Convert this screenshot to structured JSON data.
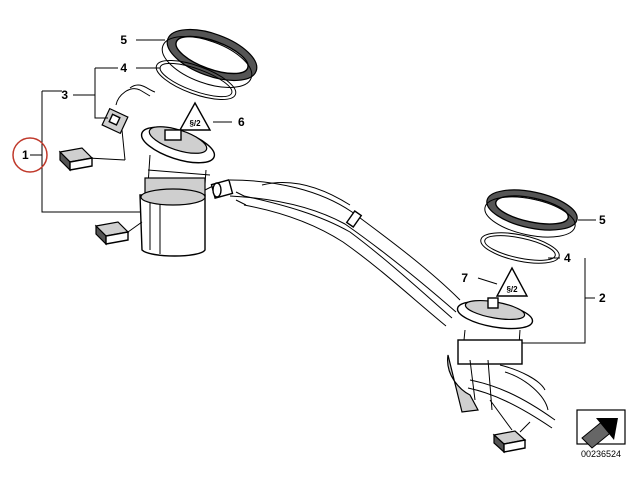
{
  "callouts": {
    "c1": "1",
    "c2": "2",
    "c3": "3",
    "c4_left": "4",
    "c4_right": "4",
    "c5_left": "5",
    "c5_right": "5",
    "c6": "6",
    "c7": "7"
  },
  "warning_symbol_text": "§/2",
  "drawing_code": "00236524",
  "highlight_color": "#c0392b"
}
